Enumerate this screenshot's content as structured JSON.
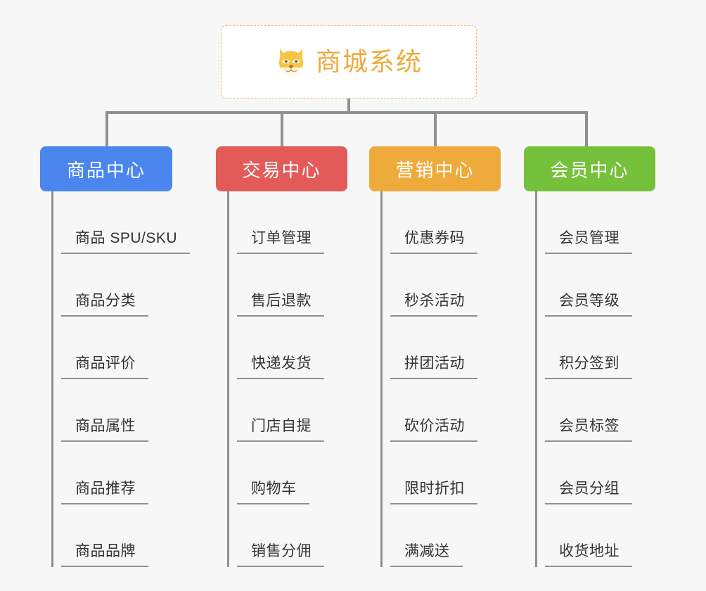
{
  "root": {
    "title": "商城系统",
    "icon": "shiba-inu-icon",
    "title_color": "#eeab3c",
    "border_color": "#e8ba6a",
    "background": "#ffffff"
  },
  "canvas": {
    "background": "#f7f7f7",
    "connector_color": "#909090"
  },
  "branches": [
    {
      "label": "商品中心",
      "color": "#4a86ee",
      "items": [
        "商品 SPU/SKU",
        "商品分类",
        "商品评价",
        "商品属性",
        "商品推荐",
        "商品品牌"
      ]
    },
    {
      "label": "交易中心",
      "color": "#e35b58",
      "items": [
        "订单管理",
        "售后退款",
        "快递发货",
        "门店自提",
        "购物车",
        "销售分佣"
      ]
    },
    {
      "label": "营销中心",
      "color": "#eeab3c",
      "items": [
        "优惠券码",
        "秒杀活动",
        "拼团活动",
        "砍价活动",
        "限时折扣",
        "满减送"
      ]
    },
    {
      "label": "会员中心",
      "color": "#76c13c",
      "items": [
        "会员管理",
        "会员等级",
        "积分签到",
        "会员标签",
        "会员分组",
        "收货地址"
      ]
    }
  ]
}
